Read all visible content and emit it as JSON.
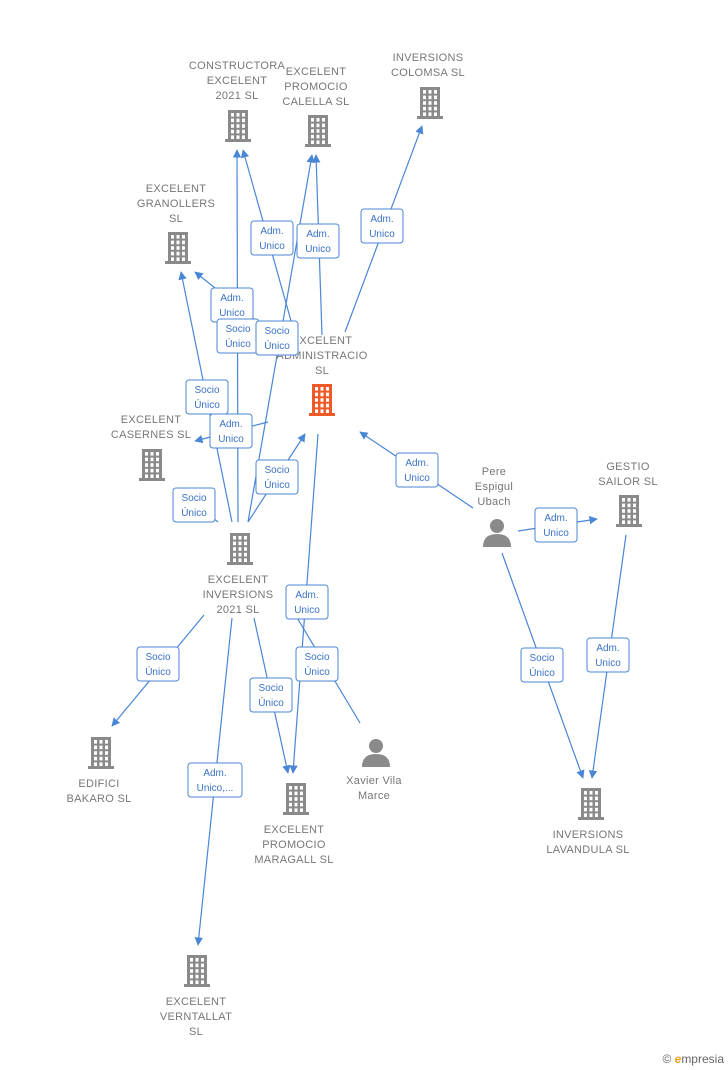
{
  "nodes": [
    {
      "id": "constructora",
      "type": "company",
      "label": [
        "CONSTRUCTORA",
        "EXCELENT",
        "2021  SL"
      ]
    },
    {
      "id": "promocio_calella",
      "type": "company",
      "label": [
        "EXCELENT",
        "PROMOCIO",
        "CALELLA  SL"
      ]
    },
    {
      "id": "colomsa",
      "type": "company",
      "label": [
        "INVERSIONS",
        "COLOMSA  SL"
      ]
    },
    {
      "id": "granollers",
      "type": "company",
      "label": [
        "EXCELENT",
        "GRANOLLERS",
        "SL"
      ]
    },
    {
      "id": "administracio",
      "type": "company-main",
      "label": [
        "EXCELENT",
        "ADMINISTRACIO",
        "SL"
      ]
    },
    {
      "id": "casernes",
      "type": "company",
      "label": [
        "EXCELENT",
        "CASERNES  SL"
      ]
    },
    {
      "id": "pere",
      "type": "person",
      "label": [
        "Pere",
        "Espigul",
        "Ubach"
      ]
    },
    {
      "id": "gestio_sailor",
      "type": "company",
      "label": [
        "GESTIO",
        "SAILOR  SL"
      ]
    },
    {
      "id": "inversions2021",
      "type": "company",
      "label": [
        "EXCELENT",
        "INVERSIONS",
        "2021  SL"
      ]
    },
    {
      "id": "bakaro",
      "type": "company",
      "label": [
        "EDIFICI",
        "BAKARO  SL"
      ]
    },
    {
      "id": "maragall",
      "type": "company",
      "label": [
        "EXCELENT",
        "PROMOCIO",
        "MARAGALL  SL"
      ]
    },
    {
      "id": "xavier",
      "type": "person",
      "label": [
        "Xavier Vila",
        "Marce"
      ]
    },
    {
      "id": "lavandula",
      "type": "company",
      "label": [
        "INVERSIONS",
        "LAVANDULA SL"
      ]
    },
    {
      "id": "verntallat",
      "type": "company",
      "label": [
        "EXCELENT",
        "VERNTALLAT",
        "SL"
      ]
    }
  ],
  "edges": [
    {
      "from": "administracio",
      "to": "constructora",
      "label": [
        "Adm.",
        "Unico"
      ]
    },
    {
      "from": "administracio",
      "to": "promocio_calella",
      "label": [
        "Adm.",
        "Unico"
      ]
    },
    {
      "from": "administracio",
      "to": "colomsa",
      "label": [
        "Adm.",
        "Unico"
      ]
    },
    {
      "from": "administracio",
      "to": "granollers",
      "label": [
        "Adm.",
        "Unico"
      ]
    },
    {
      "from": "administracio",
      "to": "casernes",
      "label": [
        "Adm.",
        "Unico"
      ]
    },
    {
      "from": "inversions2021",
      "to": "constructora",
      "label": [
        "Socio",
        "Único"
      ]
    },
    {
      "from": "inversions2021",
      "to": "promocio_calella",
      "label": [
        "Socio",
        "Único"
      ]
    },
    {
      "from": "inversions2021",
      "to": "granollers",
      "label": [
        "Socio",
        "Único"
      ]
    },
    {
      "from": "inversions2021",
      "to": "casernes",
      "label": [
        "Socio",
        "Único"
      ]
    },
    {
      "from": "inversions2021",
      "to": "administracio",
      "label": [
        "Socio",
        "Único"
      ]
    },
    {
      "from": "pere",
      "to": "administracio",
      "label": [
        "Adm.",
        "Unico"
      ]
    },
    {
      "from": "pere",
      "to": "gestio_sailor",
      "label": [
        "Adm.",
        "Unico"
      ]
    },
    {
      "from": "pere",
      "to": "lavandula",
      "label": [
        "Socio",
        "Único"
      ]
    },
    {
      "from": "gestio_sailor",
      "to": "lavandula",
      "label": [
        "Adm.",
        "Unico"
      ]
    },
    {
      "from": "administracio",
      "to": "maragall",
      "label": [
        "Adm.",
        "Unico"
      ]
    },
    {
      "from": "xavier",
      "to": "inversions2021",
      "label": [
        "Socio",
        "Único"
      ]
    },
    {
      "from": "inversions2021",
      "to": "bakaro",
      "label": [
        "Socio",
        "Único"
      ]
    },
    {
      "from": "inversions2021",
      "to": "maragall",
      "label": [
        "Socio",
        "Único"
      ]
    },
    {
      "from": "inversions2021",
      "to": "verntallat",
      "label": [
        "Adm.",
        "Unico,..."
      ]
    }
  ],
  "brand": {
    "copyright": "©",
    "first_letter": "e",
    "rest": "mpresia"
  },
  "colors": {
    "edge": "#4a86d6",
    "node": "#8a8a8a",
    "main_node": "#f05a28",
    "label_text": "#777777"
  }
}
